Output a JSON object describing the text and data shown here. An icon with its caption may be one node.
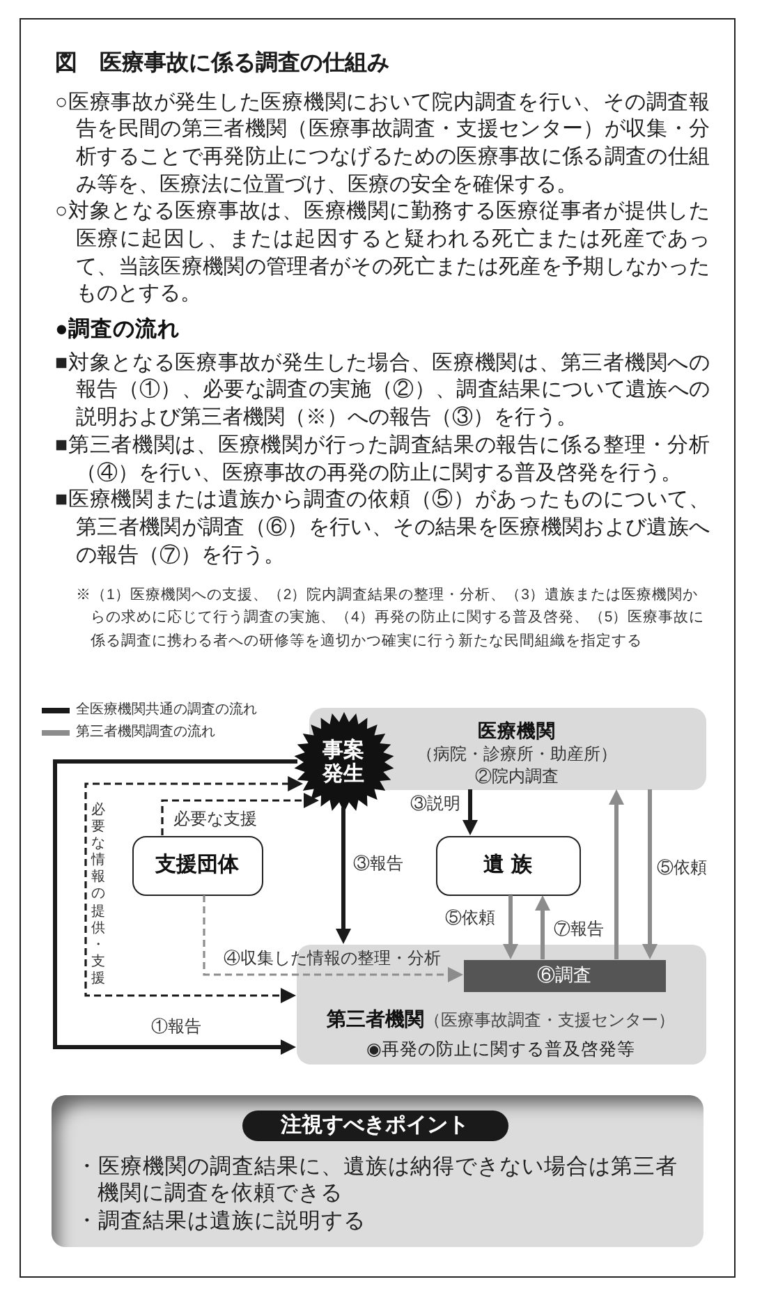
{
  "diagram": {
    "title": "図　医療事故に係る調査の仕組み",
    "nodes": [
      {
        "text": [
          "医療機関",
          "（病院・診療所・助産所）",
          "②院内調査"
        ]
      },
      {
        "text": [
          "事案発生"
        ]
      },
      {
        "text": [
          "支援団体"
        ]
      },
      {
        "text": [
          "遺族"
        ]
      },
      {
        "text": [
          "**第三者機関**（医療事故調査・支援センター）",
          "◉再発の防止に関する普及啓発等"
        ]
      },
      {
        "text": [
          "⑥調査"
        ],
        "in": 4
      },
      {
        "text": [
          "・医療機関の調査結果に、遺族は納得できない場合は第三者機関に調査を依頼できる",
          "・調査結果は遺族に説明する"
        ]
      },
      {
        "text": [
          "注視すべきポイント"
        ],
        "in": 6
      }
    ],
    "edges": [
      {
        "from": 1,
        "to": 4,
        "arrow": "to",
        "label": "①報告"
      },
      {
        "from": 1,
        "to": 4,
        "arrow": "to",
        "label": "③報告"
      },
      {
        "from": 0,
        "to": 3,
        "arrow": "to",
        "label": "③説明"
      },
      {
        "from": 4,
        "to": 1,
        "arrow": "both",
        "label": "必要な情報の提供・支援",
        "style": "dashed"
      },
      {
        "from": 2,
        "to": 1,
        "arrow": "to",
        "label": "必要な支援",
        "style": "dashed"
      },
      {
        "from": 2,
        "to": 5,
        "arrow": "to",
        "label": "④収集した情報の整理・分析",
        "style": "dashed",
        "color": "#8c8c8c"
      },
      {
        "from": 3,
        "to": 5,
        "arrow": "to",
        "label": "⑤依頼",
        "color": "#8c8c8c"
      },
      {
        "from": 5,
        "to": 3,
        "arrow": "to",
        "label": "⑦報告",
        "color": "#8c8c8c"
      },
      {
        "from": 5,
        "to": 0,
        "arrow": "to",
        "color": "#8c8c8c"
      },
      {
        "from": 0,
        "to": 5,
        "arrow": "to",
        "label": "⑤依頼",
        "color": "#8c8c8c"
      }
    ],
    "labels": [
      "○医療事故が発生した医療機関において院内調査を行い、その調査報告を民間の第三者機関（医療事故調査・支援センター）が収集・分析することで再発防止につなげるための医療事故に係る調査の仕組み等を、医療法に位置づけ、医療の安全を確保する。",
      "○対象となる医療事故は、医療機関に勤務する医療従事者が提供した医療に起因し、または起因すると疑われる死亡または死産であって、当該医療機関の管理者がその死亡または死産を予期しなかったものとする。",
      "●調査の流れ",
      "■対象となる医療事故が発生した場合、医療機関は、第三者機関への報告（①）、必要な調査の実施（②）、調査結果について遺族への説明および第三者機関（※）への報告（③）を行う。",
      "■第三者機関は、医療機関が行った調査結果の報告に係る整理・分析（④）を行い、医療事故の再発の防止に関する普及啓発を行う。",
      "■医療機関または遺族から調査の依頼（⑤）があったものについて、第三者機関が調査（⑥）を行い、その結果を医療機関および遺族への報告（⑦）を行う。",
      "※（1）医療機関への支援、（2）院内調査結果の整理・分析、（3）遺族または医療機関からの求めに応じて行う調査の実施、（4）再発の防止に関する普及啓発、（5）医療事故に係る調査に携わる者への研修等を適切かつ確実に行う新たな民間組織を指定する"
    ],
    "legend": [
      {
        "text": "全医療機関共通の調査の流れ"
      },
      {
        "text": "第三者機関調査の流れ"
      }
    ]
  }
}
